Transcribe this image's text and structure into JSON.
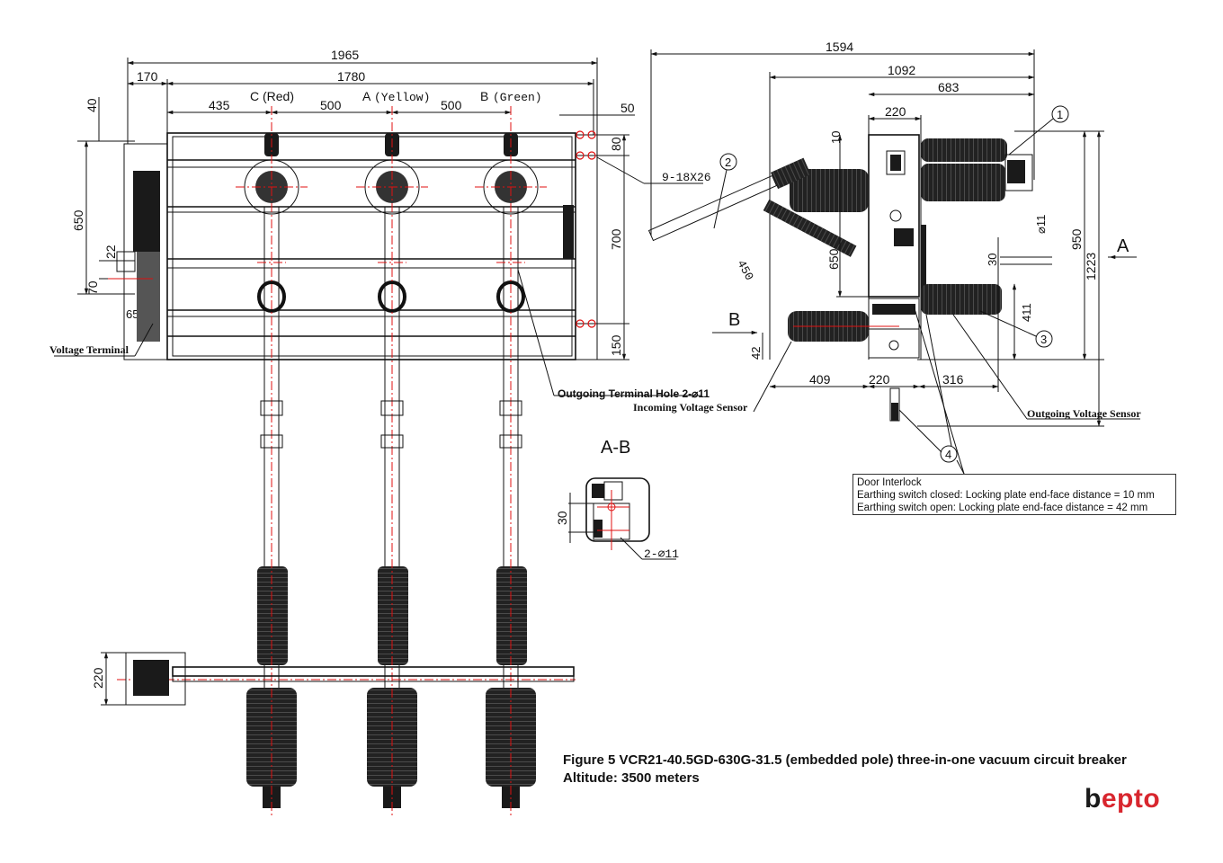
{
  "phases": {
    "c": "C (Red)",
    "a_letter": "A",
    "a_color": "(Yellow)",
    "b_letter": "B",
    "b_color": "(Green)"
  },
  "front_dims": {
    "overall": "1965",
    "inner": "1780",
    "side": "170",
    "offset": "435",
    "pitch_1": "500",
    "pitch_2": "500",
    "right_margin": "50",
    "top_small": "40",
    "height": "650",
    "small_22": "22",
    "small_70": "70",
    "small_65": "65",
    "bar_80": "80",
    "height_700": "700",
    "bottom_150": "150",
    "bottom_220": "220"
  },
  "front_labels": {
    "hole_spec": "9-18X26",
    "voltage_terminal": "Voltage Terminal",
    "outgoing_hole": "Outgoing Terminal Hole 2-⌀11",
    "incoming_sensor": "Incoming Voltage Sensor"
  },
  "side_dims": {
    "overall": "1594",
    "d1092": "1092",
    "d683": "683",
    "d220": "220",
    "d10": "10",
    "d650": "650",
    "d450": "450",
    "d950": "950",
    "d1223": "1223",
    "d30": "30",
    "dia11": "⌀11",
    "d411": "411",
    "d42": "42",
    "d409": "409",
    "d220b": "220",
    "d316": "316"
  },
  "side_labels": {
    "callout_1": "1",
    "callout_2": "2",
    "callout_3": "3",
    "callout_4": "4",
    "view_a": "A",
    "view_b": "B",
    "outgoing_sensor": "Outgoing Voltage Sensor"
  },
  "section": {
    "title": "A-B",
    "dim_30": "30",
    "hole": "2-⌀11"
  },
  "interlock": {
    "title": "Door Interlock",
    "closed": "Earthing switch closed: Locking plate end-face distance = 10 mm",
    "open": "Earthing switch open:   Locking plate end-face distance = 42 mm"
  },
  "caption": {
    "line1": "Figure 5 VCR21-40.5GD-630G-31.5 (embedded pole)  three-in-one vacuum circuit breaker",
    "line2": "Altitude: 3500 meters"
  },
  "brand": {
    "mark": "b",
    "rest": "epto",
    "color": "#d8262e"
  },
  "colors": {
    "centerline": "#e01010",
    "line": "#111111"
  }
}
